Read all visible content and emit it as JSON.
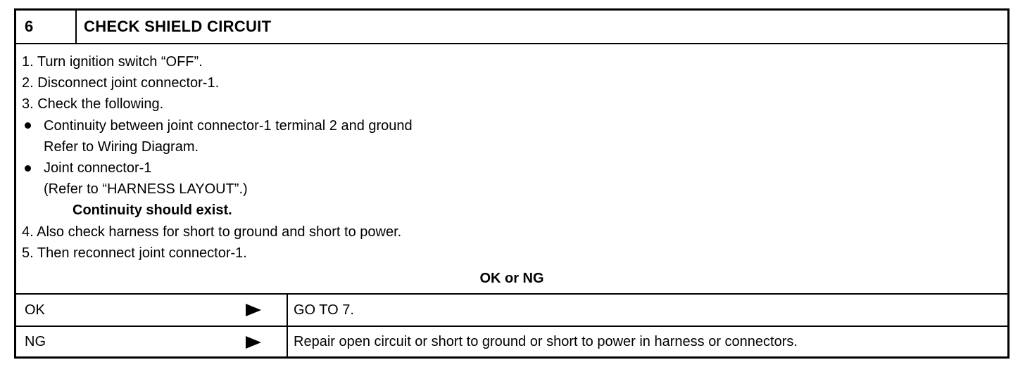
{
  "header": {
    "step_number": "6",
    "title": "CHECK SHIELD CIRCUIT"
  },
  "instructions": [
    {
      "type": "text",
      "text": "1.  Turn ignition switch “OFF”."
    },
    {
      "type": "text",
      "text": "2.  Disconnect joint connector-1."
    },
    {
      "type": "text",
      "text": "3.  Check the following."
    },
    {
      "type": "bullet",
      "text": "Continuity between joint connector-1 terminal 2 and ground"
    },
    {
      "type": "indent",
      "text": "Refer to Wiring Diagram."
    },
    {
      "type": "bullet",
      "text": "Joint connector-1"
    },
    {
      "type": "indent",
      "text": "(Refer to “HARNESS LAYOUT”.)"
    },
    {
      "type": "bold",
      "text": "Continuity should exist."
    },
    {
      "type": "text",
      "text": "4.  Also check harness for short to ground and short to power."
    },
    {
      "type": "text",
      "text": "5.  Then reconnect joint connector-1."
    }
  ],
  "decision_prompt": "OK or NG",
  "results": [
    {
      "label": "OK",
      "action": "GO TO 7."
    },
    {
      "label": "NG",
      "action": "Repair open circuit or short to ground or short to power in harness or connectors."
    }
  ]
}
